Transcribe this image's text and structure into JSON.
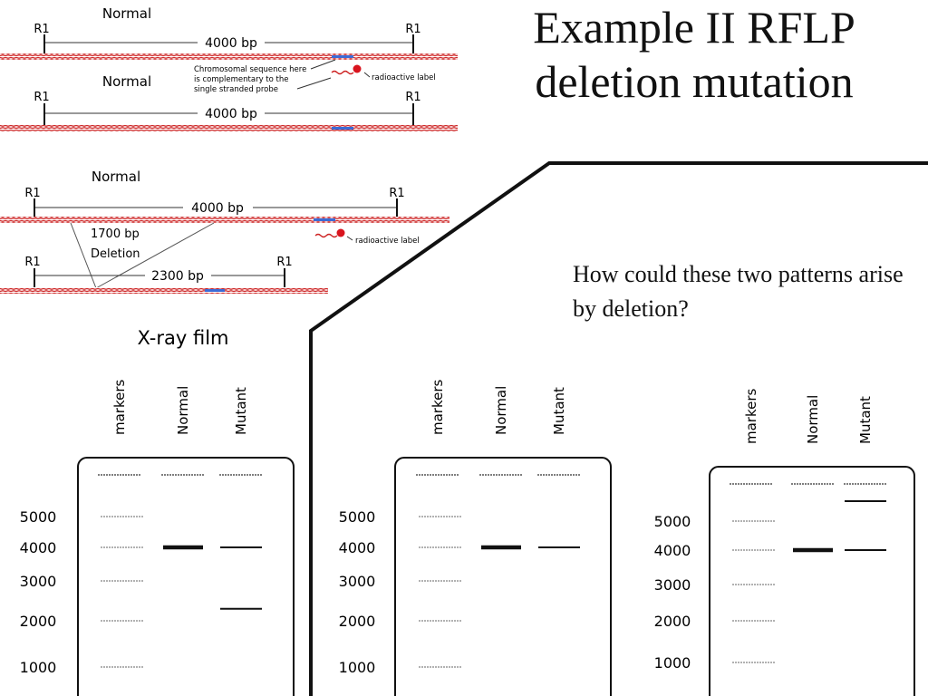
{
  "slide": {
    "title_line1": "Example II RFLP",
    "title_line2": "deletion mutation",
    "question": "How could these two patterns arise by deletion?"
  },
  "top_diagram": {
    "normal1": "Normal",
    "normal2": "Normal",
    "site_label": "R1",
    "length": "4000 bp",
    "probe_note_1": "Chromosomal sequence here",
    "probe_note_2": "is complementary to the",
    "probe_note_3": "single stranded probe",
    "radio_label": "radioactive label"
  },
  "middle_diagram": {
    "normal": "Normal",
    "site_label": "R1",
    "length_normal": "4000 bp",
    "deletion_size": "1700 bp",
    "deletion_word": "Deletion",
    "length_mutant": "2300 bp",
    "radio_label": "radioactive label"
  },
  "xray_title": "X-ray film",
  "lanes": [
    "markers",
    "Normal",
    "Mutant"
  ],
  "marker_values": [
    "5000",
    "4000",
    "3000",
    "2000",
    "1000"
  ],
  "gels": [
    {
      "normal_bands_bp": [
        4000
      ],
      "mutant_bands_bp": [
        4000,
        2300
      ]
    },
    {
      "normal_bands_bp": [
        4000
      ],
      "mutant_bands_bp": [
        4000
      ]
    },
    {
      "normal_bands_bp": [
        4000
      ],
      "mutant_bands_bp": [
        4000,
        5700
      ]
    }
  ],
  "colors": {
    "chromosome": "#cc1f1f",
    "probe_region": "#3b6bd6",
    "radio_dot": "#d9141e",
    "ink": "#111111"
  }
}
